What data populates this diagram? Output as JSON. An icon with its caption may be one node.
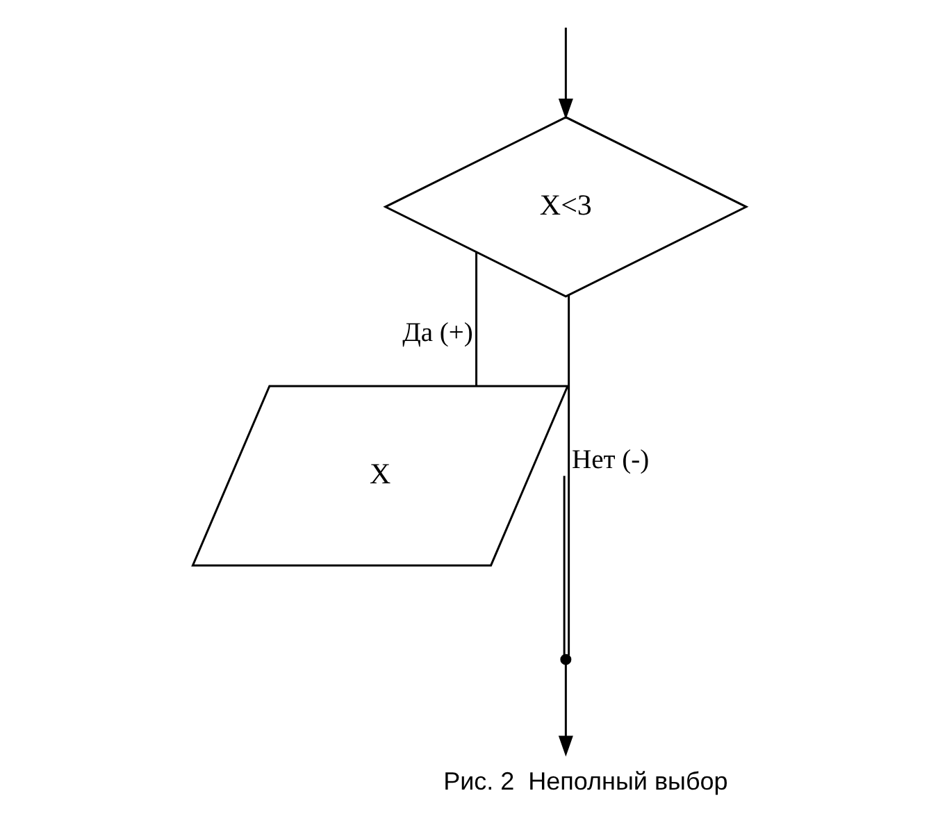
{
  "diagram": {
    "caption": "Рис. 2  Неполный выбор",
    "nodes": [
      {
        "text": [
          "X<3"
        ]
      },
      {
        "text": [
          "X"
        ]
      },
      {
        "text": [],
        "shape": "point"
      }
    ],
    "edges": [
      {
        "from": null,
        "to": 0,
        "arrow": "to"
      },
      {
        "from": 0,
        "to": 1,
        "arrow": "none",
        "label": "Да (+)"
      },
      {
        "from": 0,
        "to": 2,
        "arrow": "none",
        "label": "Нет (-)"
      },
      {
        "from": 1,
        "to": 2,
        "arrow": "none"
      },
      {
        "from": 2,
        "to": null,
        "arrow": "to"
      }
    ]
  }
}
